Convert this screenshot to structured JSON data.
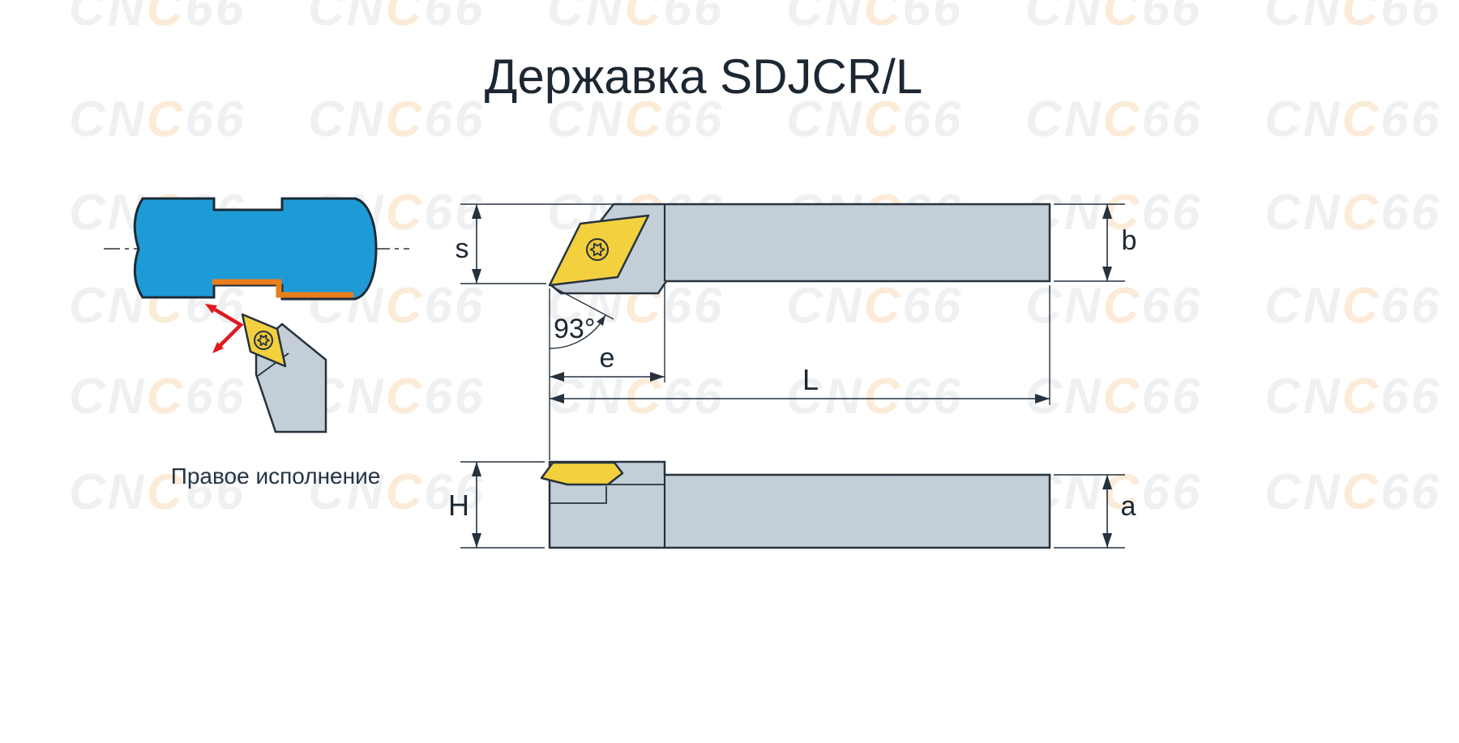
{
  "title": "Державка SDJCR/L",
  "caption": "Правое исполнение",
  "watermark": {
    "text": "CNC66",
    "prefix": "CN",
    "accent": "C",
    "suffix": "66"
  },
  "drawing": {
    "labels": {
      "s": "s",
      "b": "b",
      "e": "e",
      "L": "L",
      "H": "H",
      "a": "a",
      "angle": "93°"
    }
  },
  "colors": {
    "workpiece_blue": "#1e9bd7",
    "cut_orange": "#e87f1e",
    "insert_yellow": "#f3d03e",
    "holder_gray": "#c4ced6",
    "outline_dark": "#26323e",
    "arrow_red": "#e0191f",
    "text_dark": "#1c2733",
    "watermark_gray": "#495e73",
    "watermark_orange": "#eb9128"
  }
}
